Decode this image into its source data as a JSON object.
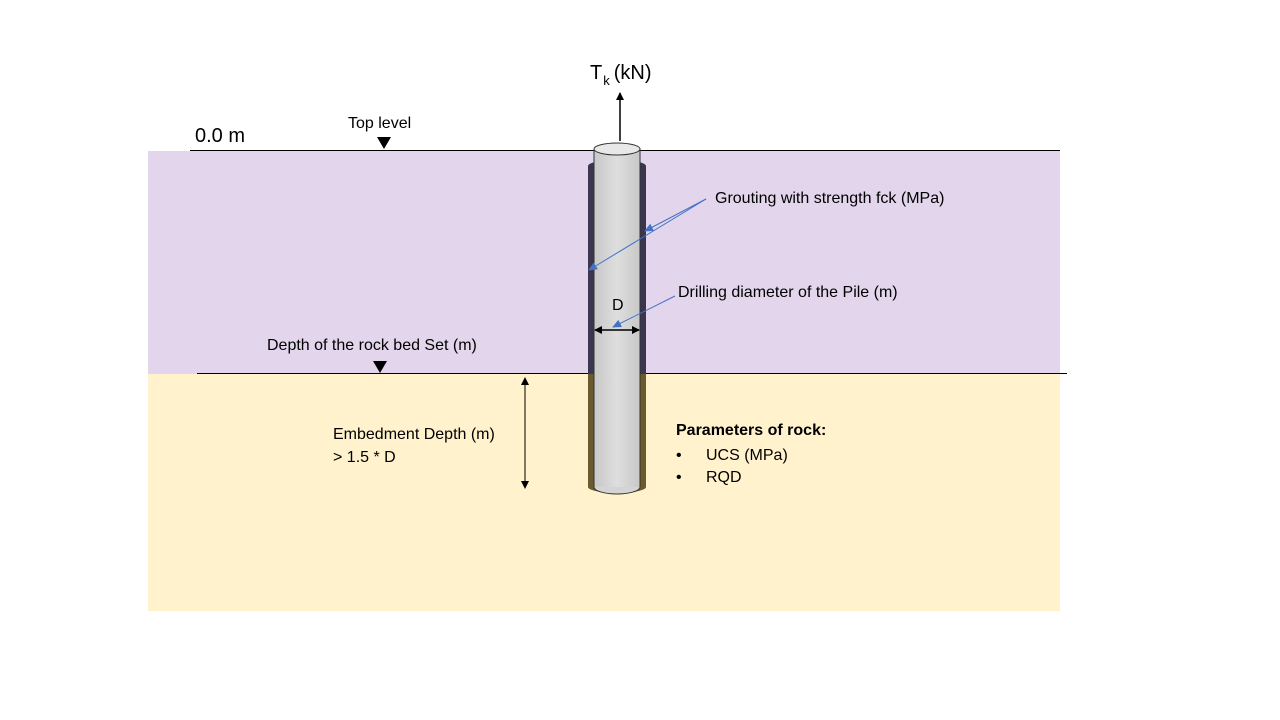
{
  "labels": {
    "load": "T",
    "load_sub": "k",
    "load_unit": "(kN)",
    "top_level": "Top level",
    "zero_level": "0.0 m",
    "grouting": "Grouting with strength fck (MPa)",
    "drilling_diameter": "Drilling diameter of the Pile (m)",
    "diameter_symbol": "D",
    "rock_bed_depth": "Depth of the rock bed Set (m)",
    "embedment_depth": "Embedment Depth (m)",
    "embedment_rule": "> 1.5 * D",
    "rock_params_title": "Parameters of rock:",
    "rock_params": [
      "UCS (MPa)",
      "RQD"
    ]
  },
  "colors": {
    "soil_layer": "#e2d5ec",
    "rock_layer": "#fff2cc",
    "pile": "#d9d9d9",
    "grout_upper": "#3b3550",
    "grout_lower": "#6b5a2e",
    "leader_arrow": "#4472c4"
  },
  "icons": [
    "level-marker-icon",
    "upward-arrow-icon",
    "double-arrow-icon"
  ]
}
